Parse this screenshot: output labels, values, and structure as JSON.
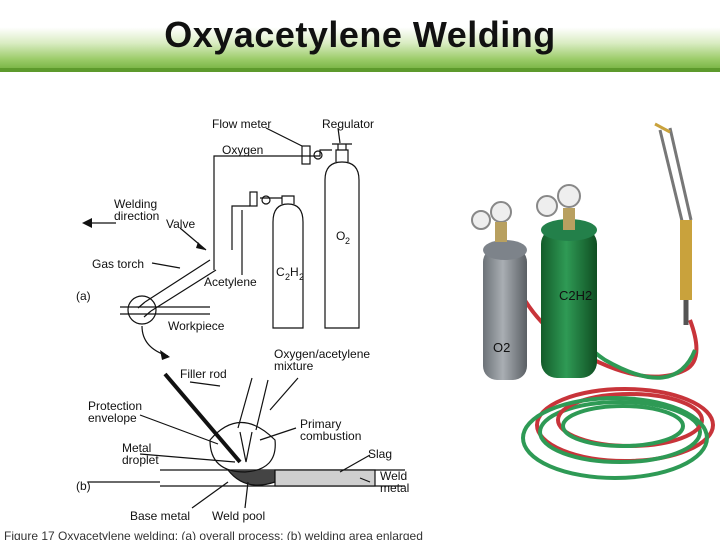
{
  "slide": {
    "title": "Oxyacetylene Welding"
  },
  "diagram": {
    "labels": {
      "flow_meter": "Flow meter",
      "regulator": "Regulator",
      "oxygen": "Oxygen",
      "welding_direction_1": "Welding",
      "welding_direction_2": "direction",
      "valve": "Valve",
      "o2_tank": "O",
      "o2_sub": "2",
      "gas_torch": "Gas torch",
      "c2h2_c": "C",
      "c2h2_2a": "2",
      "c2h2_h": "H",
      "c2h2_2b": "2",
      "acetylene": "Acetylene",
      "part_a": "(a)",
      "workpiece": "Workpiece",
      "mixture_1": "Oxygen/acetylene",
      "mixture_2": "mixture",
      "filler_rod": "Filler rod",
      "protection_1": "Protection",
      "protection_2": "envelope",
      "primary_1": "Primary",
      "primary_2": "combustion",
      "metal_droplet_1": "Metal",
      "metal_droplet_2": "droplet",
      "slag": "Slag",
      "weld_metal_1": "Weld",
      "weld_metal_2": "metal",
      "part_b": "(b)",
      "base_metal": "Base metal",
      "weld_pool": "Weld pool"
    }
  },
  "photo": {
    "labels": {
      "c2h2": "C2H2",
      "o2": "O2"
    }
  },
  "caption": {
    "text": "Figure 17 Oxyacetylene welding: (a) overall process; (b) welding area enlarged"
  },
  "colors": {
    "header_green": "#6fae3a",
    "tank_green": "#1f7a3a",
    "tank_gray": "#8a9096",
    "hose_red": "#c8343a",
    "hose_green": "#2e9a55"
  }
}
